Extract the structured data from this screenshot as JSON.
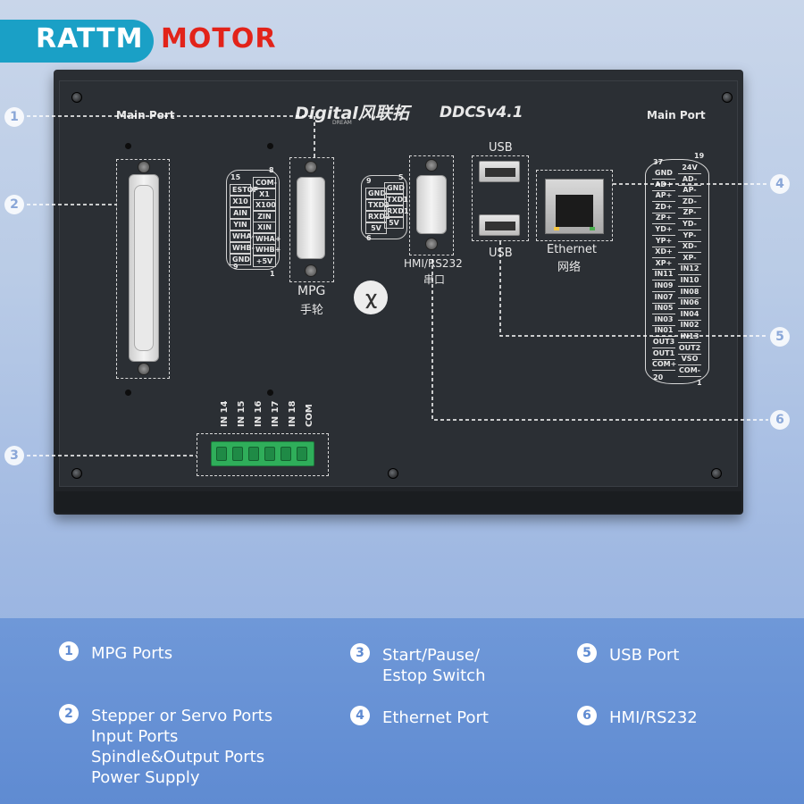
{
  "logo": {
    "part1": "RATTM",
    "part2": "MOTOR"
  },
  "device": {
    "brand": "Digital风联拓",
    "brand_sub": "DREAM",
    "model": "DDCSv4.1",
    "main_port_left": "Main Port",
    "main_port_right": "Main Port",
    "mpg_label": "MPG",
    "mpg_label_cn": "手轮",
    "hmi_label": "HMI/RS232",
    "hmi_label_cn": "串口",
    "usb_top": "USB",
    "usb_bottom": "USB",
    "ethernet_label": "Ethernet",
    "ethernet_label_cn": "网络",
    "logo_glyph": "ꭓ",
    "mpg_pins_left": [
      "ESTOP",
      "X10",
      "AIN",
      "YIN",
      "WHA-",
      "WHB-",
      "GND"
    ],
    "mpg_pins_right": [
      "COM-",
      "X1",
      "X100",
      "ZIN",
      "XIN",
      "WHA+",
      "WHB+",
      "+5V"
    ],
    "mpg_nums": {
      "tl": "15",
      "tr": "8",
      "bl": "9",
      "br": "1"
    },
    "hmi_pins_left": [
      "GND",
      "TXD2",
      "RXD2",
      "5V"
    ],
    "hmi_pins_right": [
      "GND",
      "TXD1",
      "RXD1",
      "5V"
    ],
    "hmi_nums": {
      "tl": "9",
      "tr": "5",
      "bl": "6",
      "br": ""
    },
    "main_pins_left": [
      "GND",
      "AD+",
      "AP+",
      "ZD+",
      "ZP+",
      "YD+",
      "YP+",
      "XD+",
      "XP+",
      "IN11",
      "IN09",
      "IN07",
      "IN05",
      "IN03",
      "IN01",
      "OUT3",
      "OUT1",
      "COM+"
    ],
    "main_pins_right": [
      "24V",
      "AD-",
      "AP-",
      "ZD-",
      "ZP-",
      "YD-",
      "YP-",
      "XD-",
      "XP-",
      "IN12",
      "IN10",
      "IN08",
      "IN06",
      "IN04",
      "IN02",
      "IN13",
      "OUT2",
      "VSO",
      "COM-"
    ],
    "main_nums": {
      "tl": "37",
      "tr": "19",
      "bl": "20",
      "br": "1"
    },
    "terminal_labels": [
      "IN 14",
      "IN 15",
      "IN 16",
      "IN 17",
      "IN 18",
      "COM"
    ]
  },
  "callouts": [
    "1",
    "2",
    "3",
    "4",
    "5",
    "6"
  ],
  "legend": [
    {
      "num": "1",
      "lines": [
        "MPG Ports"
      ]
    },
    {
      "num": "2",
      "lines": [
        "Stepper or Servo Ports",
        "Input Ports",
        "Spindle&Output Ports",
        "Power Supply"
      ]
    },
    {
      "num": "3",
      "lines": [
        "Start/Pause/",
        "Estop Switch"
      ]
    },
    {
      "num": "4",
      "lines": [
        "Ethernet Port"
      ]
    },
    {
      "num": "5",
      "lines": [
        "USB Port"
      ]
    },
    {
      "num": "6",
      "lines": [
        "HMI/RS232"
      ]
    }
  ]
}
